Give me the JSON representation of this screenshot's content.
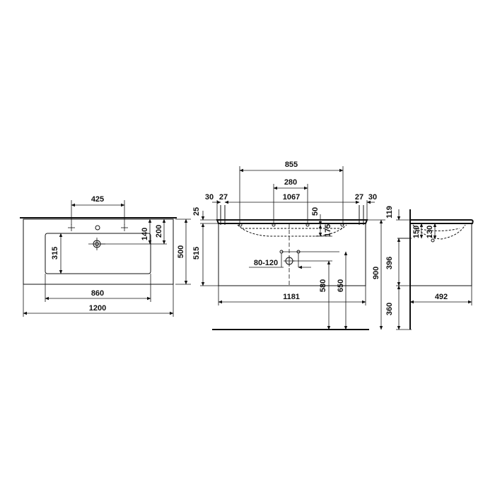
{
  "top_view": {
    "dims": [
      "425",
      "315",
      "140",
      "200",
      "500",
      "860",
      "1200"
    ]
  },
  "front_view": {
    "dims": [
      "855",
      "280",
      "1067",
      "30",
      "27",
      "27",
      "30",
      "25",
      "50",
      "175",
      "515",
      "80-120",
      "580",
      "650",
      "900",
      "1181"
    ]
  },
  "side_view": {
    "dims": [
      "119",
      "150",
      "130",
      "396",
      "360",
      "492"
    ]
  }
}
